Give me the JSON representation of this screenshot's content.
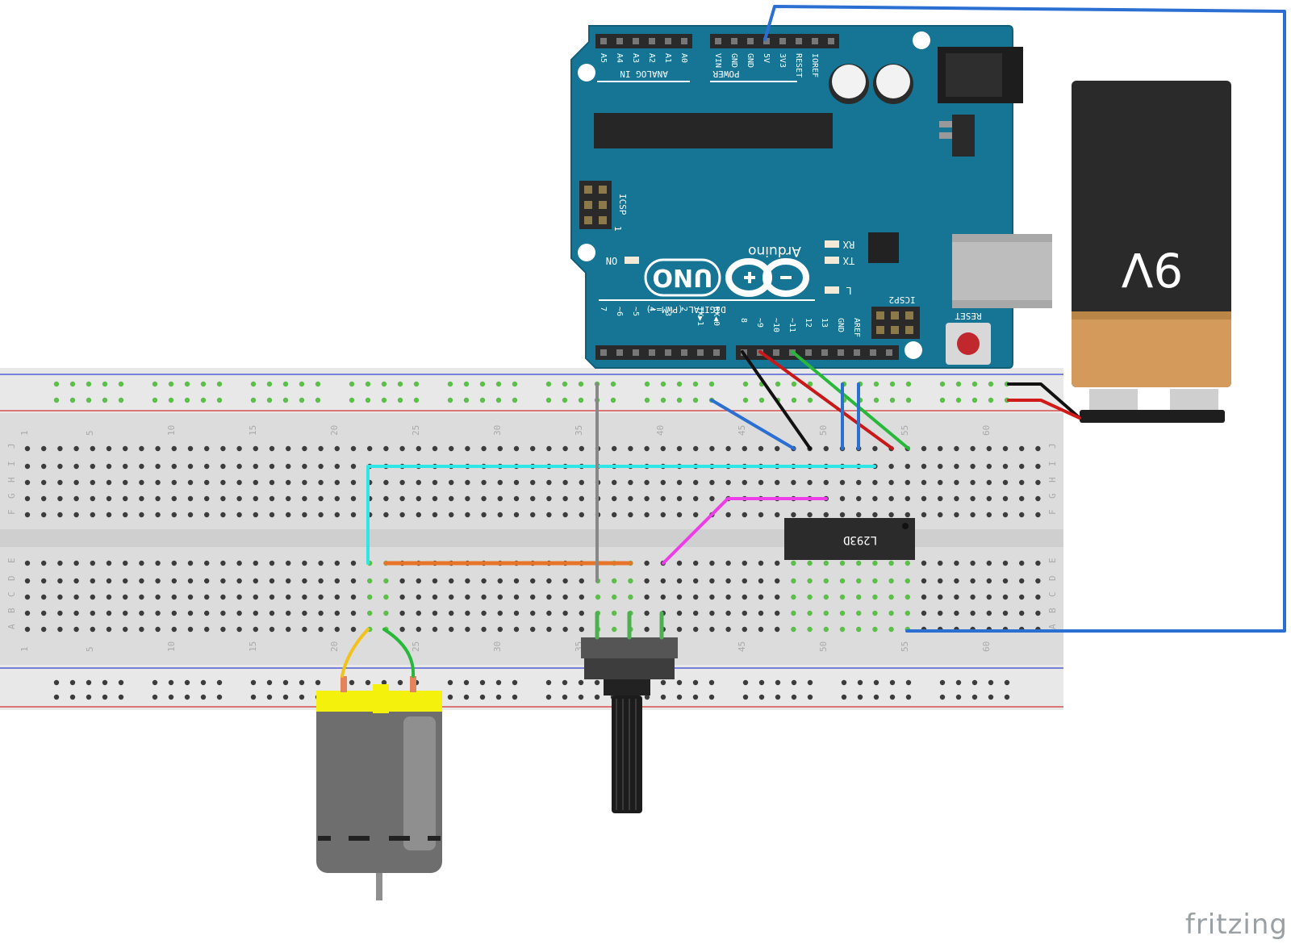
{
  "arduino": {
    "brand": "Arduino",
    "model": "UNO",
    "analog_header_label": "ANALOG IN",
    "analog_pins": [
      "A5",
      "A4",
      "A3",
      "A2",
      "A1",
      "A0"
    ],
    "power_header_label": "POWER",
    "power_pins": [
      "VIN",
      "GND",
      "GND",
      "5V",
      "3V3",
      "RESET",
      "IOREF"
    ],
    "digital_header_label": "DIGITAL (PWM=~)",
    "digital_pins_low": [
      "7",
      "~6",
      "~5",
      "4",
      "~3",
      "2",
      "TX▶1",
      "RX◀0"
    ],
    "digital_pins_high": [
      "8",
      "~9",
      "~10",
      "~11",
      "12",
      "13",
      "GND",
      "AREF"
    ],
    "icsp_label": "ICSP",
    "icsp2_label": "ICSP2",
    "reset_label": "RESET",
    "on_label": "ON",
    "tx_label": "TX",
    "rx_label": "RX",
    "l_label": "L",
    "one_label": "1"
  },
  "battery": {
    "label": "9V"
  },
  "chip": {
    "label": "L293D"
  },
  "breadboard": {
    "column_numbers": [
      "1",
      "5",
      "10",
      "15",
      "20",
      "25",
      "30",
      "35",
      "40",
      "45",
      "50",
      "55",
      "60"
    ],
    "top_row_letters": [
      "J",
      "I",
      "H",
      "G",
      "F"
    ],
    "bottom_row_letters": [
      "E",
      "D",
      "C",
      "B",
      "A"
    ]
  },
  "colors": {
    "board_blue": "#167494",
    "wire_blue": "#2a6fd1",
    "wire_cyan": "#2ee6e6",
    "wire_orange": "#e8742a",
    "wire_magenta": "#ee3ce8",
    "wire_green": "#27b83a",
    "wire_red": "#d11a1a",
    "wire_yellow": "#f2c21a",
    "battery_copper": "#d39a5b",
    "motor_yellow": "#f4f20c"
  },
  "watermark": "fritzing"
}
